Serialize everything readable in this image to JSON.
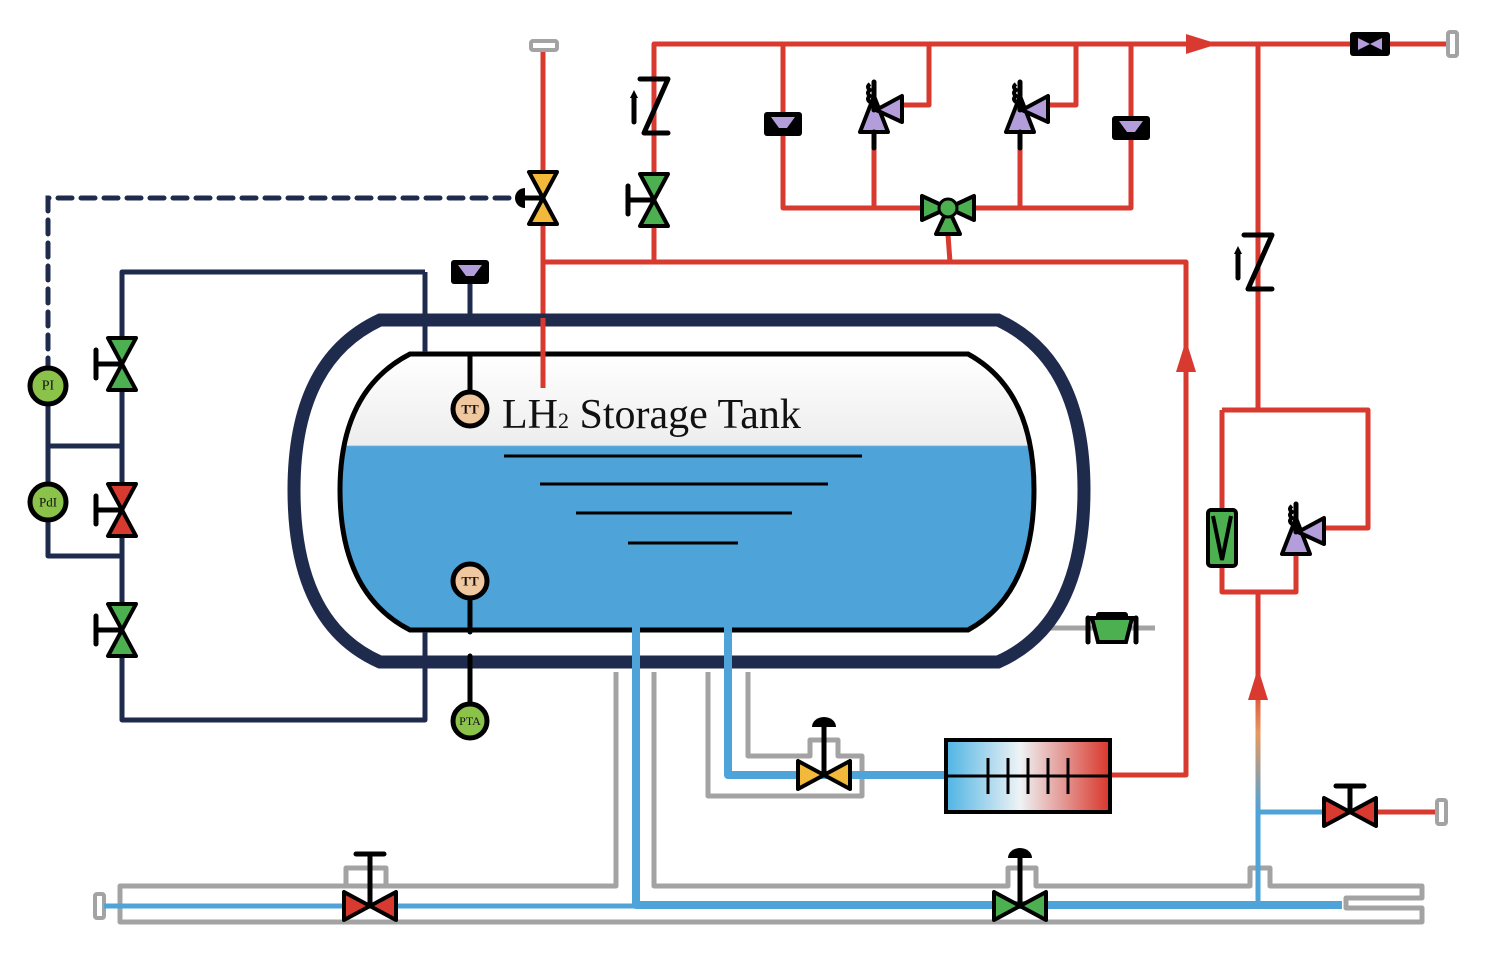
{
  "diagram": {
    "title": "LH2 Storage Tank P&ID",
    "tank": {
      "label_main": "LH",
      "label_sub": "2",
      "label_rest": " Storage Tank"
    },
    "instruments": [
      {
        "id": "pi",
        "tag": "PI",
        "color": "#8bc34a"
      },
      {
        "id": "pdi",
        "tag": "PdI",
        "color": "#8bc34a"
      },
      {
        "id": "tt-top",
        "tag": "TT",
        "color": "#f0c8a0"
      },
      {
        "id": "tt-bottom",
        "tag": "TT",
        "color": "#f0c8a0"
      },
      {
        "id": "pta",
        "tag": "PTA",
        "color": "#8bc34a"
      }
    ],
    "colors": {
      "vapor_line": "#d93a2f",
      "liquid_line": "#4ea3d8",
      "vacuum_jacket": "#a3a3a3",
      "outer_shell": "#1f2b4d",
      "valve_green": "#4caf50",
      "valve_red": "#d93a2f",
      "valve_yellow": "#f2b93b",
      "relief_purple": "#b39ddb",
      "liquid_fill": "#4ea3d8"
    },
    "components": {
      "manual_valves": [
        "instrument-root-valve-top",
        "instrument-equalizing-valve",
        "instrument-root-valve-bottom",
        "vent-isolation-valve",
        "bottom-fill-valve"
      ],
      "relief_valves": [
        "relief-valve-1",
        "relief-valve-2",
        "relief-valve-3"
      ],
      "rupture_discs": [
        "rupture-disc-tank",
        "rupture-disc-left",
        "rupture-disc-right"
      ],
      "check_valves": [
        "check-valve-vent",
        "check-valve-return"
      ],
      "heat_exchanger": "vaporizer"
    }
  }
}
